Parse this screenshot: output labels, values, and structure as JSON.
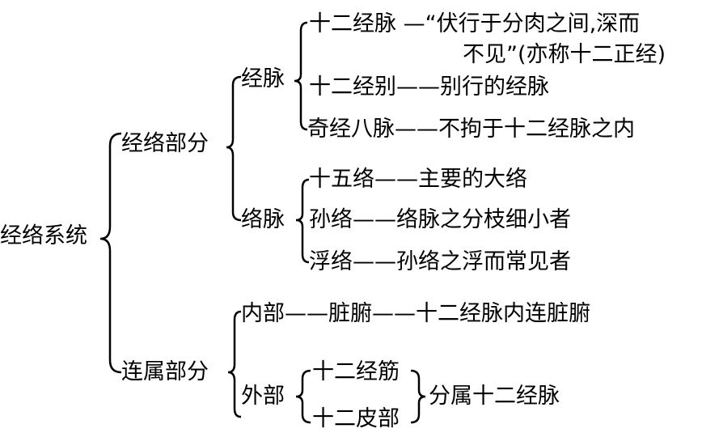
{
  "root": "经络系统",
  "branches": {
    "jingluo": "经络部分",
    "lianshu": "连属部分"
  },
  "jingmai": {
    "label": "经脉",
    "items": [
      "十二经脉 —“伏行于分肉之间,深而",
      "不见”(亦称十二正经)",
      "十二经别——别行的经脉",
      "奇经八脉——不拘于十二经脉之内"
    ]
  },
  "luomai": {
    "label": "络脉",
    "items": [
      "十五络——主要的大络",
      "孙络——络脉之分枝细小者",
      "浮络——孙络之浮而常见者"
    ]
  },
  "neibu": "内部——脏腑——十二经脉内连脏腑",
  "waibu": {
    "label": "外部",
    "items": [
      "十二经筋",
      "十二皮部"
    ],
    "result": "分属十二经脉"
  }
}
